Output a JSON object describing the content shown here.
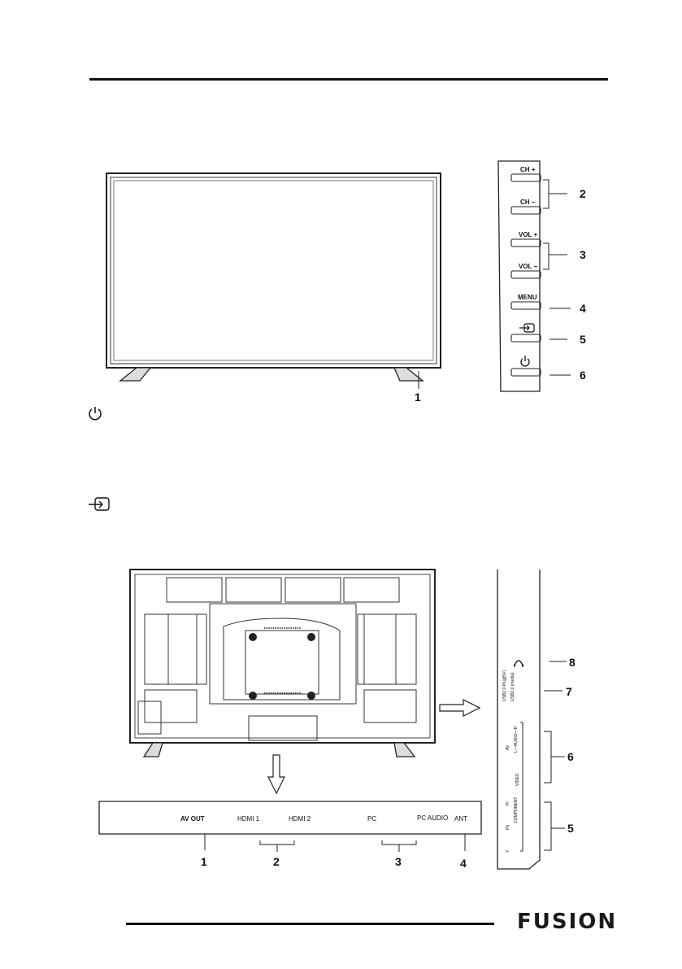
{
  "front_panel": {
    "buttons": [
      {
        "label": "CH +"
      },
      {
        "label": "CH −"
      },
      {
        "label": "VOL +"
      },
      {
        "label": "VOL −"
      },
      {
        "label": "MENU"
      },
      {
        "label": "",
        "icon": "input-source-icon"
      },
      {
        "label": "",
        "icon": "power-icon"
      }
    ],
    "callouts": [
      "1",
      "2",
      "3",
      "4",
      "5",
      "6"
    ]
  },
  "legend_icons": [
    "power-icon",
    "input-source-icon"
  ],
  "rear_panel": {
    "bottom_ports": [
      "AV OUT",
      "HDMI 1",
      "HDMI 2",
      "PC",
      "PC AUDIO",
      "ANT"
    ],
    "bottom_callouts": [
      "1",
      "2",
      "3",
      "4"
    ],
    "side_ports": [
      "USB2.0 Plug(5V)",
      "USB2.0 (media)",
      "AV",
      "L—AUDIO—R",
      "VIDEO",
      "COMPONENT",
      "Pr",
      "Pb",
      "Y"
    ],
    "side_callouts": [
      "8",
      "7",
      "6",
      "5"
    ]
  },
  "footer": {
    "brand": "FUSION"
  }
}
